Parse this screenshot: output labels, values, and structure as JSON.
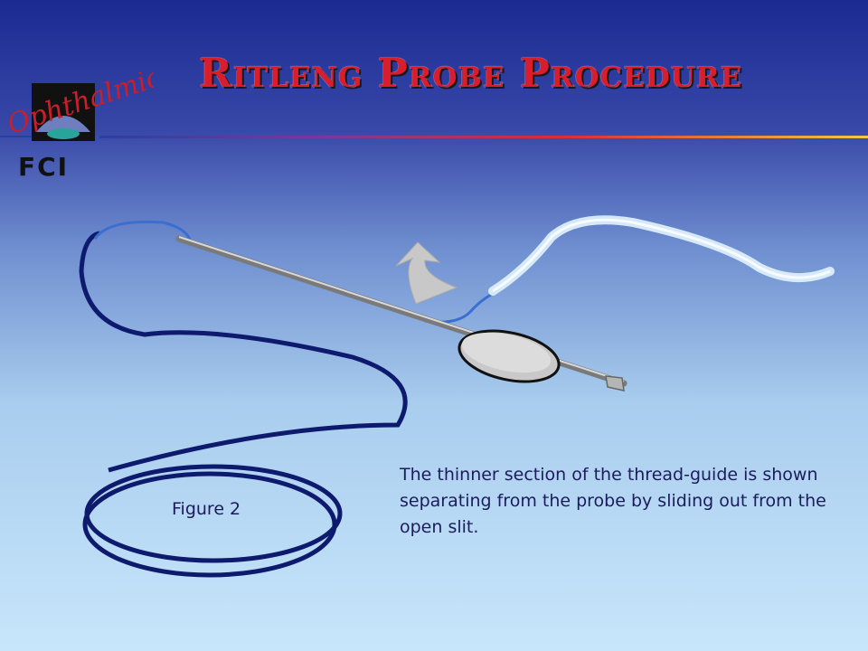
{
  "slide": {
    "title": "Ritleng Probe Procedure",
    "caption": "Figure 2",
    "description": "The thinner section of the thread-guide is shown separating from the probe by sliding out from the open slit."
  },
  "logo": {
    "script_text": "Ophthalmics",
    "brand_text": "FCI"
  },
  "colors": {
    "title": "#d81e2c",
    "thread": "#0e1a6e",
    "text": "#1c1c5c"
  }
}
